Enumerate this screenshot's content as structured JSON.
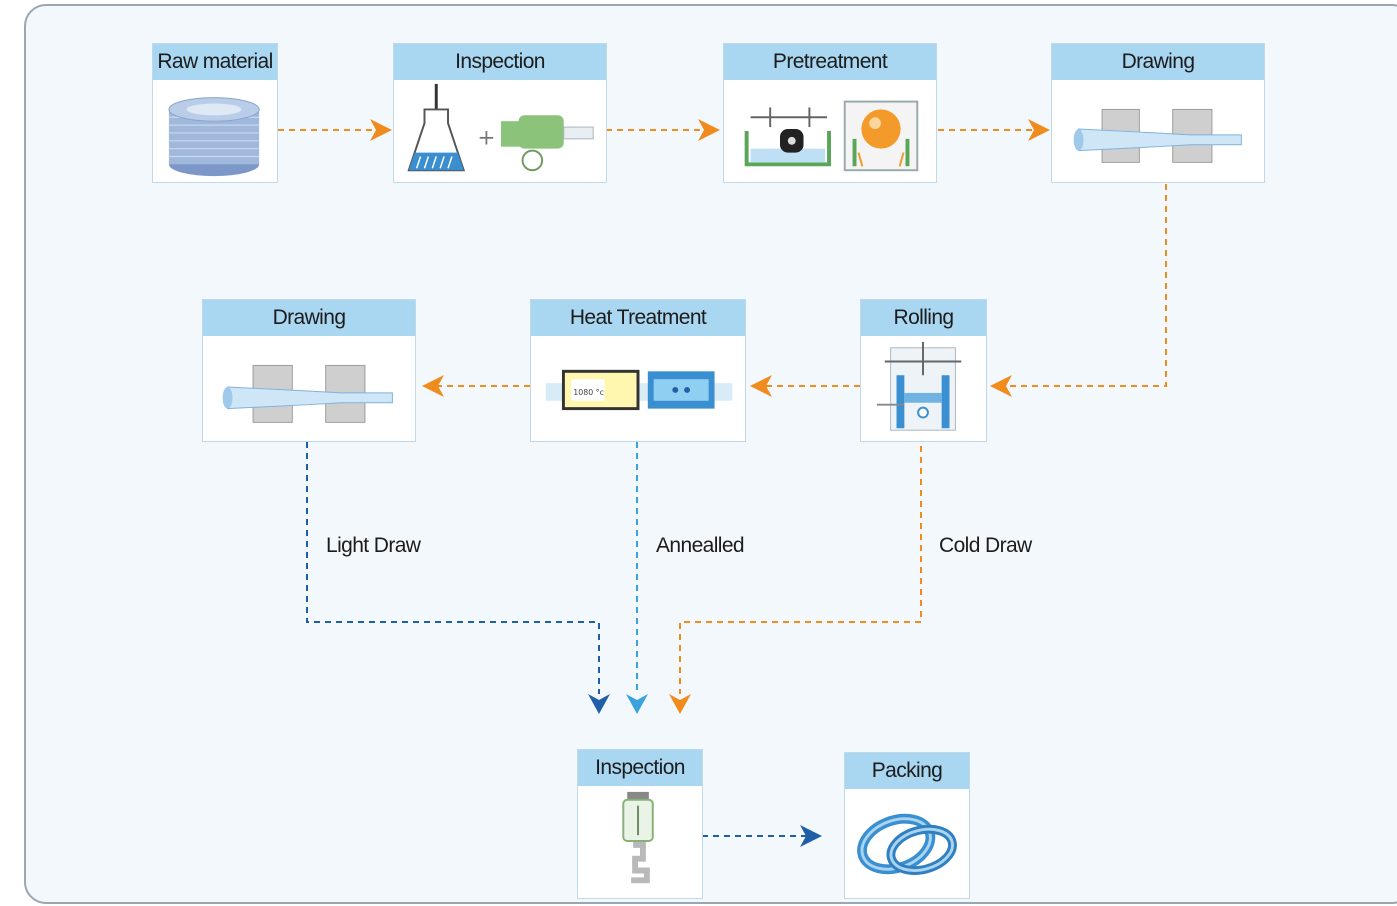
{
  "nodes": {
    "raw_material": "Raw material",
    "inspection_1": "Inspection",
    "pretreatment": "Pretreatment",
    "drawing_1": "Drawing",
    "rolling": "Rolling",
    "heat_treatment": "Heat Treatment",
    "drawing_2": "Drawing",
    "inspection_2": "Inspection",
    "packing": "Packing"
  },
  "edge_labels": {
    "light_draw": "Light Draw",
    "annealled": "Annealled",
    "cold_draw": "Cold Draw"
  },
  "heat_display": "1080 °c",
  "colors": {
    "orange_flow": "#f08c1e",
    "dark_blue_flow": "#1f5fa8",
    "light_blue_flow": "#3aa3dc",
    "header_fill": "#a9d6f1",
    "panel_fill": "#f3f8fc"
  },
  "icons": {
    "raw_material": "wire-coil-icon",
    "inspection_1": "lab-flask-and-valve-icon",
    "pretreatment": "pretreatment-tank-icon",
    "drawing": "wire-drawing-die-icon",
    "rolling": "rolling-mill-icon",
    "heat_treatment": "furnace-and-bath-icon",
    "inspection_2": "tensile-tester-icon",
    "packing": "coiled-wire-icon"
  }
}
